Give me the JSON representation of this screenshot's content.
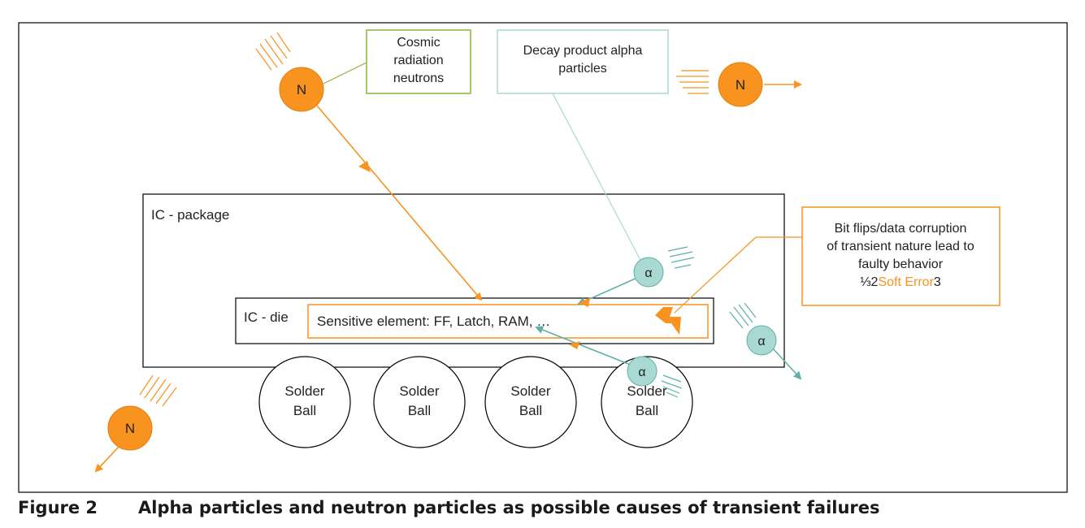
{
  "colors": {
    "neutron": "#f7931e",
    "alpha_fill": "#a9d9d2",
    "alpha_stroke": "#5fb0a6",
    "cosmic_box": "#8db33c",
    "decay_box": "#a9d9d2",
    "soft_error_box": "#f7931e",
    "soft_error_text": "#f7931e"
  },
  "labels": {
    "cosmic_line1": "Cosmic",
    "cosmic_line2": "radiation",
    "cosmic_line3": "neutrons",
    "decay_line1": "Decay product alpha",
    "decay_line2": "particles",
    "ic_package": "IC - package",
    "ic_die": "IC - die",
    "sensitive_element": "Sensitive element: FF, Latch, RAM, …",
    "bitflip_line1": "Bit flips/data corruption",
    "bitflip_line2": "of transient nature lead to",
    "bitflip_line3": "faulty behavior",
    "soft_error_prefix": "⅓2",
    "soft_error": "Soft Error",
    "soft_error_suffix": "3",
    "neutron_symbol": "N",
    "alpha_symbol": "α",
    "solder_line1": "Solder",
    "solder_line2": "Ball"
  },
  "caption": {
    "number": "Figure 2",
    "text": "Alpha particles and neutron particles as possible causes of transient failures"
  }
}
